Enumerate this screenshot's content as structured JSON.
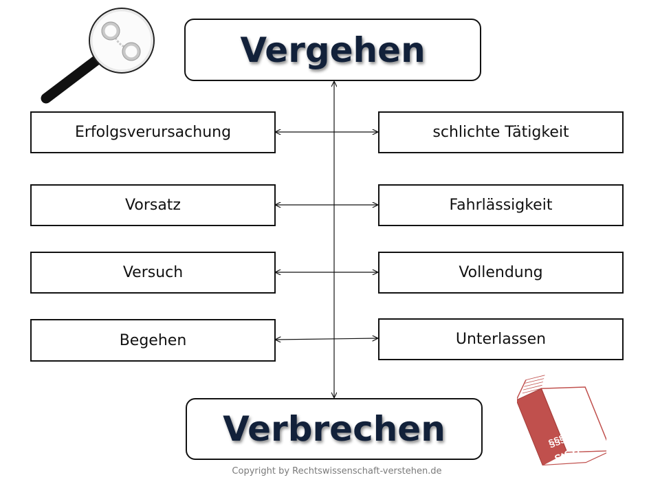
{
  "top_box": {
    "label": "Vergehen"
  },
  "bottom_box": {
    "label": "Verbrechen"
  },
  "pairs": [
    {
      "left": "Erfolgsverursachung",
      "right": "schlichte Tätigkeit"
    },
    {
      "left": "Vorsatz",
      "right": "Fahrlässigkeit"
    },
    {
      "left": "Versuch",
      "right": "Vollendung"
    },
    {
      "left": "Begehen",
      "right": "Unterlassen"
    }
  ],
  "book": {
    "symbols": "§§§",
    "label": "StGB",
    "color": "#c0504d"
  },
  "icons": {
    "top_left": "magnifier-handcuffs-icon",
    "bottom_right": "law-book-icon"
  },
  "copyright": "Copyright by Rechtswissenschaft-verstehen.de"
}
